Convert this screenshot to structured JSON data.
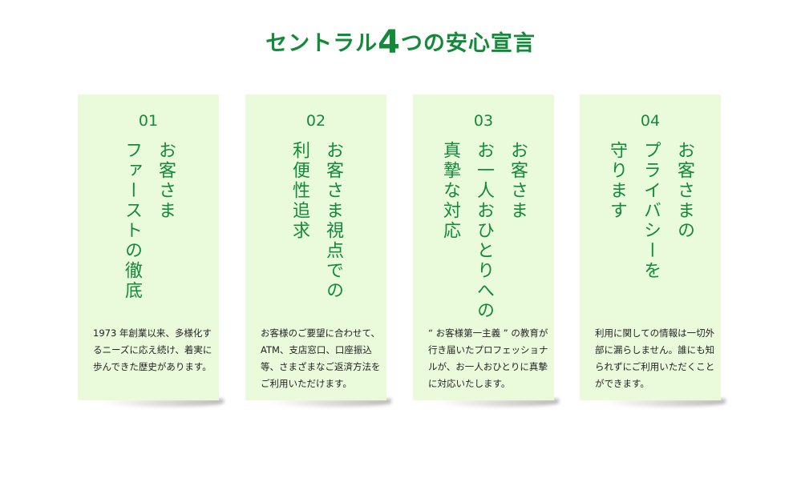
{
  "title": {
    "prefix": "セントラル",
    "number": "4",
    "suffix": "つの安心宣言"
  },
  "cards": [
    {
      "number": "01",
      "heading": "お客さま\nファーストの徹底",
      "description": "1973 年創業以来、多様化するニーズに応え続け、着実に歩んできた歴史があります。"
    },
    {
      "number": "02",
      "heading": "お客さま視点での\n利便性追求",
      "description": "お客様のご要望に合わせて、ATM、支店窓口、口座振込等、さまざまなご返済方法をご利用いただけます。"
    },
    {
      "number": "03",
      "heading": "お客さま\nお一人おひとりへの\n真摯な対応",
      "description": "“ お客様第一主義 ” の教育が行き届いたプロフェッショナルが、お一人おひとりに真摯に対応いたします。"
    },
    {
      "number": "04",
      "heading": "お客さまの\nプライバシーを\n守ります",
      "description": "利用に関しての情報は一切外部に漏らしません。誰にも知られずにご利用いただくことができます。"
    }
  ]
}
